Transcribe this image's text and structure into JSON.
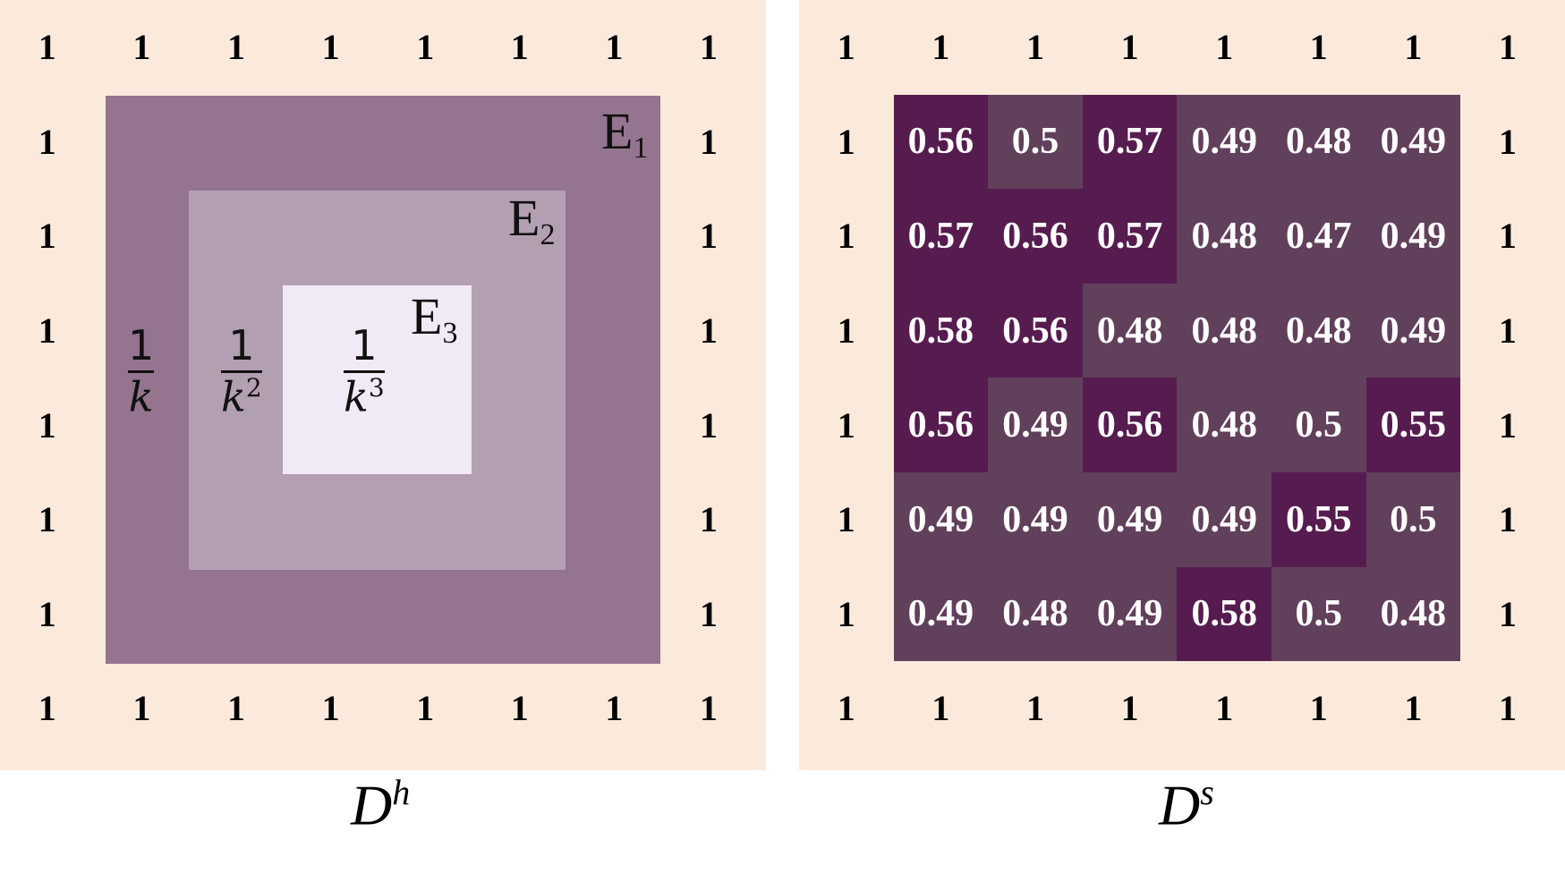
{
  "colors": {
    "border": "#fbeadc",
    "E1": "#95748f",
    "E2": "#b39fb2",
    "E3": "#f1e9f5",
    "high": "#561c4f",
    "low": "#61405b"
  },
  "left": {
    "border_value": "1",
    "regions": [
      {
        "label": "E",
        "sub": "1"
      },
      {
        "label": "E",
        "sub": "2"
      },
      {
        "label": "E",
        "sub": "3"
      }
    ],
    "fractions": [
      {
        "num": "1",
        "den": "k",
        "exp": ""
      },
      {
        "num": "1",
        "den": "k",
        "exp": "2"
      },
      {
        "num": "1",
        "den": "k",
        "exp": "3"
      }
    ],
    "caption": {
      "base": "D",
      "sup": "h"
    }
  },
  "right": {
    "border_value": "1",
    "caption": {
      "base": "D",
      "sup": "s"
    },
    "rows": [
      [
        "0.56",
        "0.5",
        "0.57",
        "0.49",
        "0.48",
        "0.49"
      ],
      [
        "0.57",
        "0.56",
        "0.57",
        "0.48",
        "0.47",
        "0.49"
      ],
      [
        "0.58",
        "0.56",
        "0.48",
        "0.48",
        "0.48",
        "0.49"
      ],
      [
        "0.56",
        "0.49",
        "0.56",
        "0.48",
        "0.5",
        "0.55"
      ],
      [
        "0.49",
        "0.49",
        "0.49",
        "0.49",
        "0.55",
        "0.5"
      ],
      [
        "0.49",
        "0.48",
        "0.49",
        "0.58",
        "0.5",
        "0.48"
      ]
    ]
  }
}
